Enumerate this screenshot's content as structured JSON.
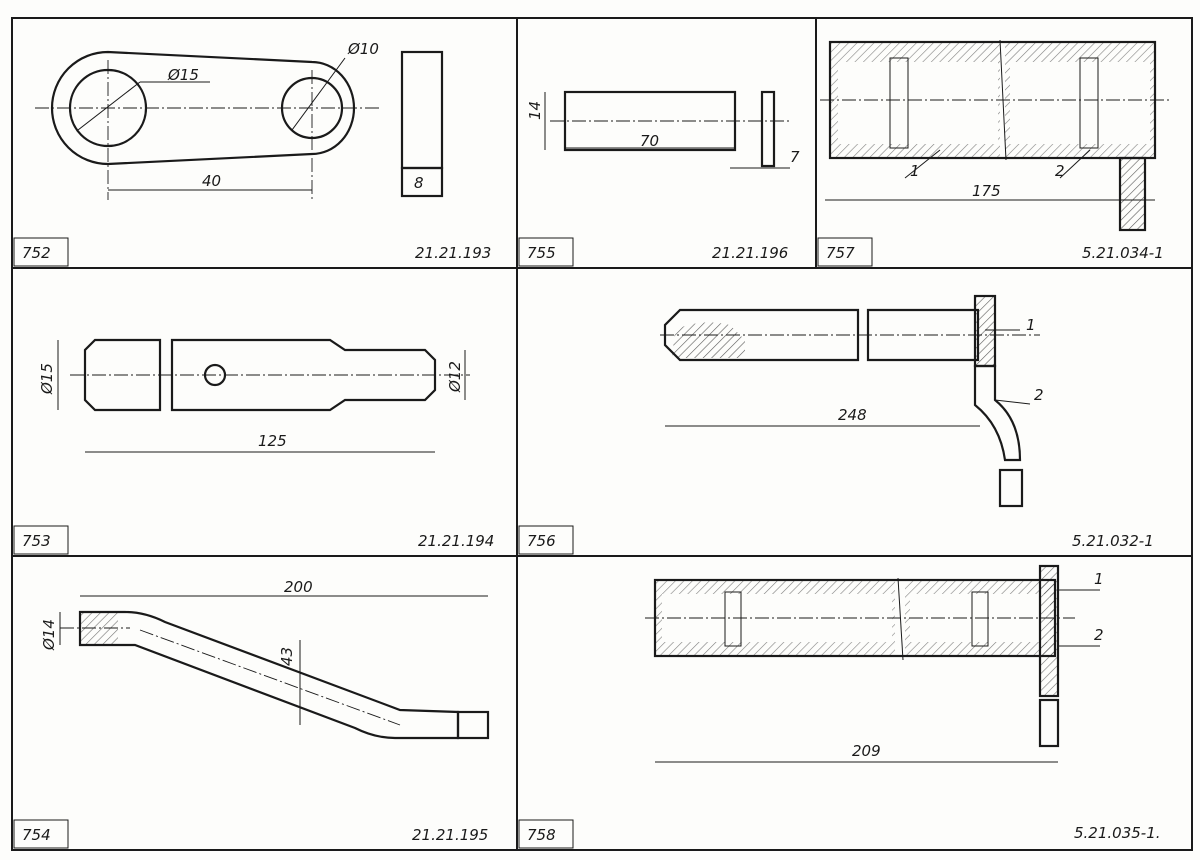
{
  "sheet": {
    "cells": [
      {
        "num": "752",
        "code": "21.21.193"
      },
      {
        "num": "755",
        "code": "21.21.196"
      },
      {
        "num": "757",
        "code": "5.21.034-1"
      },
      {
        "num": "753",
        "code": "21.21.194"
      },
      {
        "num": "756",
        "code": "5.21.032-1"
      },
      {
        "num": "754",
        "code": "21.21.195"
      },
      {
        "num": "758",
        "code": "5.21.035-1."
      }
    ]
  },
  "dims": {
    "d752_big": "Ø15",
    "d752_small": "Ø10",
    "d752_len": "40",
    "d752_thk": "8",
    "d755_dia": "14",
    "d755_len": "70",
    "d755_thk": "7",
    "d757_len": "175",
    "d757_l1": "1",
    "d757_l2": "2",
    "d753_d1": "Ø15",
    "d753_d2": "Ø12",
    "d753_len": "125",
    "d756_len": "248",
    "d756_l1": "1",
    "d756_l2": "2",
    "d754_len": "200",
    "d754_dia": "Ø14",
    "d754_off": "43",
    "d758_len": "209",
    "d758_l1": "1",
    "d758_l2": "2"
  }
}
